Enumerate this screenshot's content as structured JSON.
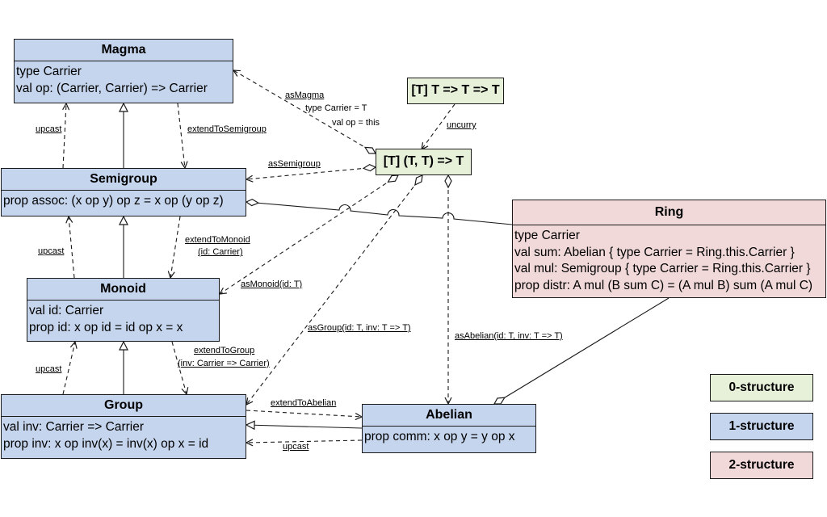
{
  "classes": {
    "magma": {
      "title": "Magma",
      "members": [
        "type Carrier",
        "val op: (Carrier, Carrier) => Carrier"
      ]
    },
    "semigroup": {
      "title": "Semigroup",
      "members": [
        "prop assoc: (x op y) op z = x op (y op z)"
      ]
    },
    "monoid": {
      "title": "Monoid",
      "members": [
        "val id: Carrier",
        "prop id: x op id = id op x = x"
      ]
    },
    "group": {
      "title": "Group",
      "members": [
        "val inv: Carrier => Carrier",
        "prop inv: x op inv(x) = inv(x) op x = id"
      ]
    },
    "abelian": {
      "title": "Abelian",
      "members": [
        "prop comm: x op y = y op x"
      ]
    },
    "ring": {
      "title": "Ring",
      "members": [
        "type Carrier",
        "val sum: Abelian { type Carrier = Ring.this.Carrier }",
        "val mul: Semigroup { type Carrier = Ring.this.Carrier }",
        "prop distr: A mul (B sum C) = (A mul B) sum (A mul C)"
      ]
    },
    "curried": {
      "title": "[T] T => T => T"
    },
    "binop": {
      "title": "[T] (T, T) => T"
    }
  },
  "edge_labels": {
    "asMagma": "asMagma",
    "asMagma_note1": "type Carrier = T",
    "asMagma_note2": "val op = this",
    "uncurry": "uncurry",
    "asSemigroup": "asSemigroup",
    "extendToSemigroup": "extendToSemigroup",
    "upcast1": "upcast",
    "upcast2": "upcast",
    "upcast3": "upcast",
    "upcast4": "upcast",
    "extendToMonoid_1": "extendToMonoid",
    "extendToMonoid_2": "(id: Carrier)",
    "asMonoid": "asMonoid(id: T)",
    "asGroup": "asGroup(id: T, inv: T => T)",
    "asAbelian": "asAbelian(id: T, inv: T => T)",
    "extendToGroup_1": "extendToGroup",
    "extendToGroup_2": "(inv: Carrier => Carrier)",
    "extendToAbelian": "extendToAbelian"
  },
  "legend": {
    "zero": {
      "label": "0-structure",
      "color": "#e7f0d9"
    },
    "one": {
      "label": "1-structure",
      "color": "#c5d5ed"
    },
    "two": {
      "label": "2-structure",
      "color": "#f1d9d9"
    }
  },
  "colors": {
    "one_structure": "#c5d5ed",
    "zero_structure": "#e7f0d9",
    "two_structure": "#f1d9d9",
    "stroke": "#1a1a1a"
  }
}
